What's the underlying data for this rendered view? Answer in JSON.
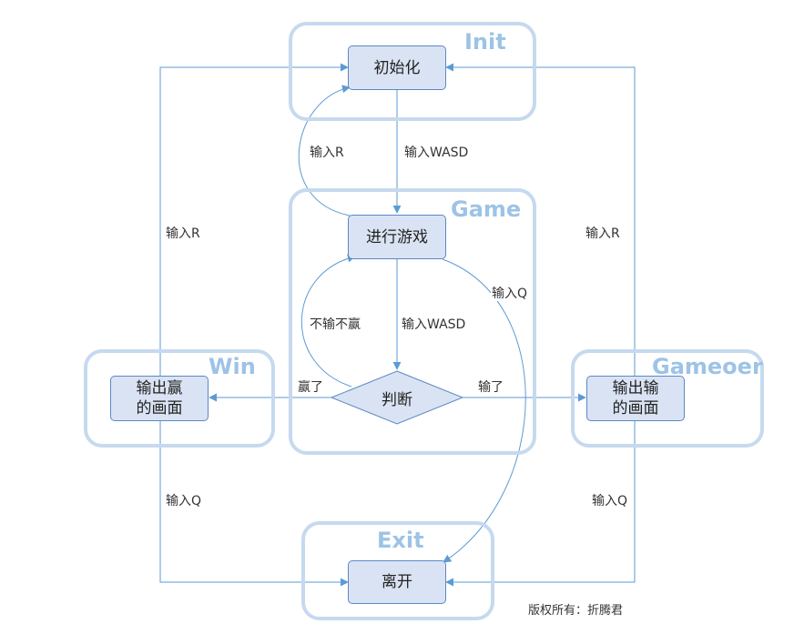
{
  "states": {
    "init": "Init",
    "game": "Game",
    "win": "Win",
    "gameover": "Gameoer",
    "exit": "Exit"
  },
  "nodes": {
    "init": "初始化",
    "play": "进行游戏",
    "judge": "判断",
    "win_screen": "输出赢的画面",
    "lose_screen": "输出输的画面",
    "leave": "离开"
  },
  "edges": {
    "init_to_play": "输入WASD",
    "play_to_init": "输入R",
    "play_to_judge": "输入WASD",
    "judge_to_play": "不输不赢",
    "judge_to_win": "赢了",
    "judge_to_lose": "输了",
    "play_to_exit": "输入Q",
    "win_to_init": "输入R",
    "lose_to_init": "输入R",
    "win_to_exit": "输入Q",
    "lose_to_exit": "输入Q"
  },
  "credit": "版权所有：折腾君",
  "colors": {
    "state_border": "#c6d9ef",
    "state_title": "#9dc3e6",
    "node_fill": "#dae3f3",
    "node_border": "#5a88c6",
    "arrow": "#5b9bd5"
  }
}
